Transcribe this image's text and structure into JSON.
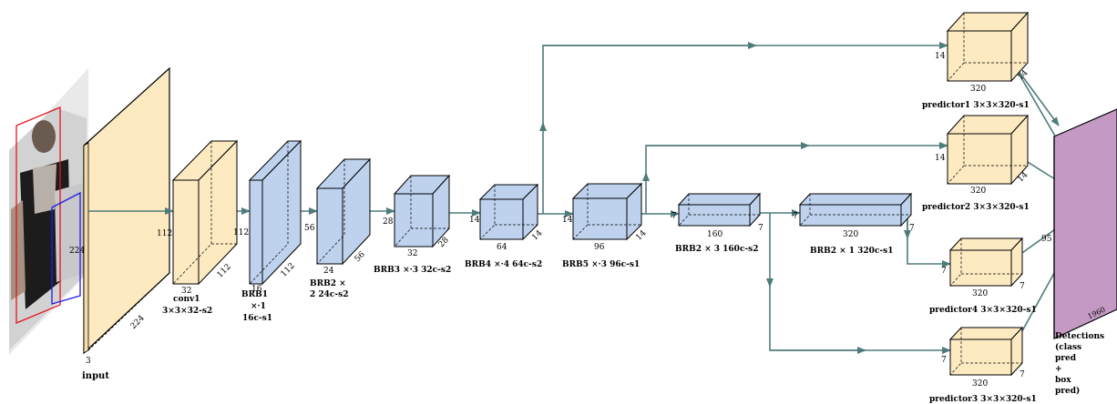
{
  "colors": {
    "yellow": "#fdeac1",
    "blue": "#bed2ee",
    "purple": "#c49ac5",
    "arrow": "#4e7b7b",
    "stroke": "#000000"
  },
  "input": {
    "channels": "3",
    "width": "224",
    "label": "input"
  },
  "conv1": {
    "depth": "32",
    "size_h": "112",
    "size_w": "112",
    "label1": "conv1",
    "label2": "3×3×32-s2"
  },
  "brb1": {
    "depth": "16",
    "size_h": "112",
    "size_w": "112",
    "label1": "BRB1",
    "label2": "×·1",
    "label3": "16c-s1"
  },
  "brb2": {
    "depth": "24",
    "size_h": "56",
    "size_w": "56",
    "label1": "BRB2 ×",
    "label2": "2 24c-s2"
  },
  "brb3": {
    "depth": "32",
    "size_h": "28",
    "size_w": "28",
    "label": "BRB3 ×·3 32c-s2"
  },
  "brb4": {
    "depth": "64",
    "size_h": "14",
    "size_w": "14",
    "label": "BRB4 ×·4 64c-s2"
  },
  "brb5": {
    "depth": "96",
    "size_h": "14",
    "size_w": "14",
    "label": "BRB5 ×·3 96c-s1"
  },
  "brb6": {
    "depth": "160",
    "size_h": "7",
    "size_w": "7",
    "label": "BRB2 × 3 160c-s2"
  },
  "brb7": {
    "depth": "320",
    "size_h": "7",
    "size_w": "7",
    "label": "BRB2 × 1 320c-s1"
  },
  "predictor1": {
    "depth": "320",
    "size_h": "14",
    "size_w": "14",
    "label": "predictor1 3×3×320-s1"
  },
  "predictor2": {
    "depth": "320",
    "size_h": "14",
    "size_w": "14",
    "label": "predictor2 3×3×320-s1"
  },
  "predictor4": {
    "depth": "320",
    "size_h": "7",
    "size_w": "7",
    "label": "predictor4 3×3×320-s1"
  },
  "predictor3": {
    "depth": "320",
    "size_h": "7",
    "size_w": "7",
    "label": "predictor3 3×3×320-s1"
  },
  "detections": {
    "size_h": "95",
    "size_w": "1960",
    "label_lines": [
      "Detections",
      "(class",
      "pred",
      "+",
      "box",
      "pred)"
    ]
  },
  "photo": {
    "inner_label": "224"
  }
}
